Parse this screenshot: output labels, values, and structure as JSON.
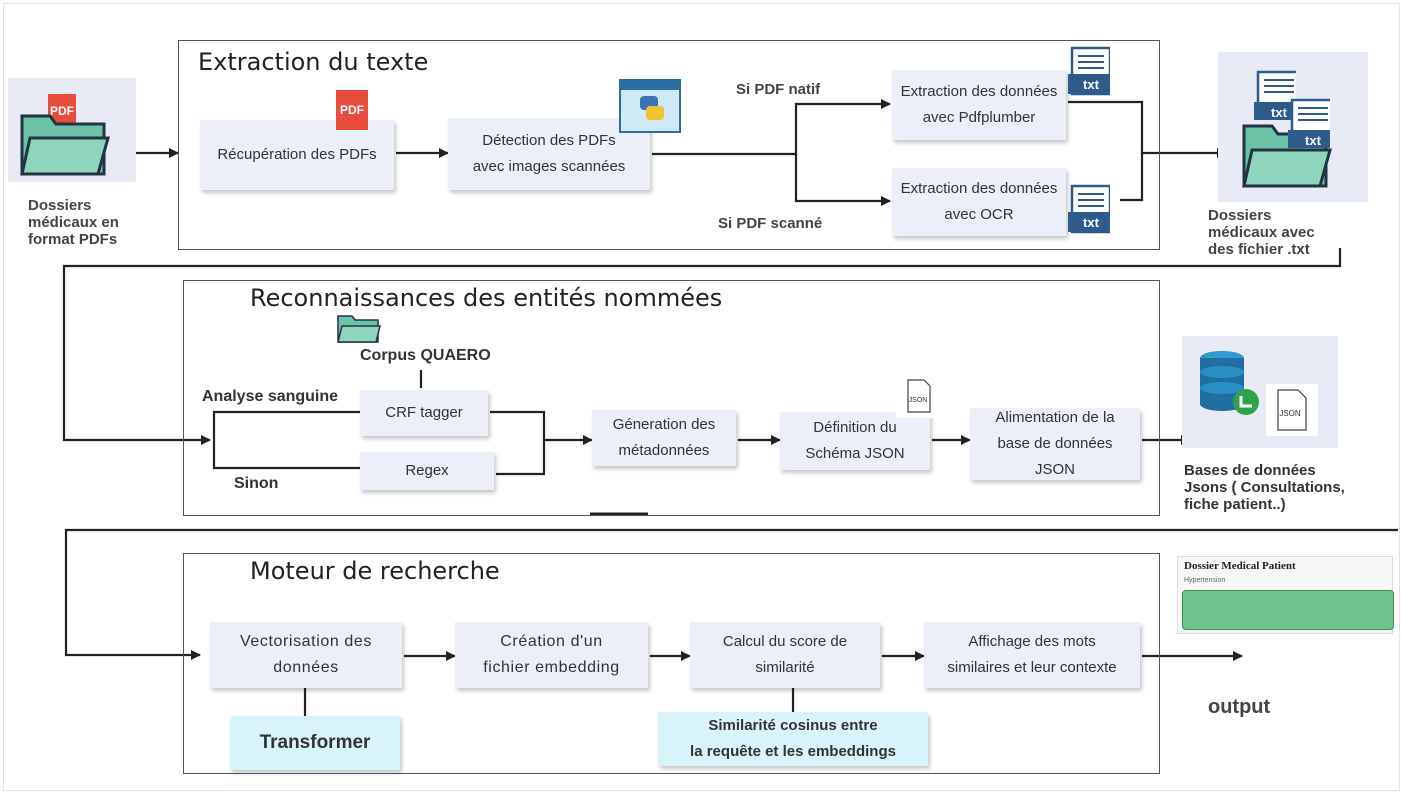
{
  "sections": {
    "extraction": {
      "title": "Extraction du texte"
    },
    "ner": {
      "title": "Reconnaissances des entités nommées"
    },
    "search": {
      "title": "Moteur de recherche"
    }
  },
  "inputs": {
    "pdf_folder_label": "Dossiers\nmédicaux en\nformat PDFs",
    "txt_folder_label": "Dossiers\nmédicaux avec\ndes fichier .txt",
    "json_db_label": "Bases de données\nJsons ( Consultations,\nfiche patient..)"
  },
  "extraction": {
    "recuperation": "Récupération des PDFs",
    "detection": "Détection des PDFs\navec images scannées",
    "branch_native": "Si PDF natif",
    "branch_scanned": "Si PDF scanné",
    "pdfplumber": "Extraction des données\navec Pdfplumber",
    "ocr": "Extraction des données\navec OCR"
  },
  "ner": {
    "corpus": "Corpus QUAERO",
    "analyse": "Analyse sanguine",
    "sinon": "Sinon",
    "crf": "CRF tagger",
    "regex": "Regex",
    "generation": "Géneration des\nmétadonnées",
    "definition": "Définition du\nSchéma JSON",
    "alimentation": "Alimentation de la\nbase de données\nJSON"
  },
  "search": {
    "vectorisation": "Vectorisation des\ndonnées",
    "transformer": "Transformer",
    "creation": "Création d'un\nfichier embedding",
    "calcul": "Calcul du score de\nsimilarité",
    "cosinus": "Similarité cosinus entre\nla requête et les embeddings",
    "affichage": "Affichage des mots\nsimilaires et leur contexte",
    "output": "output"
  },
  "icons": {
    "pdf_text": "PDF",
    "txt_text": "txt",
    "json_text": "JSON"
  },
  "doc_preview": {
    "title": "Dossier Medical Patient",
    "subtitle": "Hypertension"
  },
  "colors": {
    "box_fill": "#eceef8",
    "highlight_fill": "#d8f3fa",
    "folder_teal": "#6dc3a8",
    "txt_blue": "#2e5b8a",
    "pdf_red": "#e84c3d",
    "db_blue": "#1f6fa3"
  }
}
